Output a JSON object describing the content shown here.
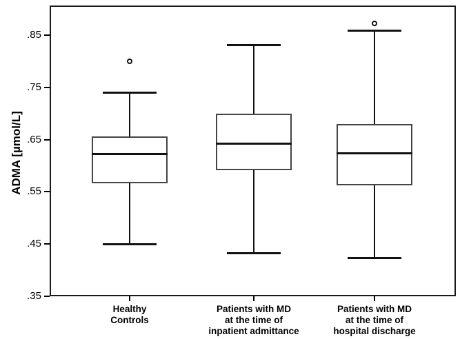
{
  "chart_data": {
    "type": "box",
    "title": "",
    "xlabel": "",
    "ylabel": "ADMA [µmol/L]",
    "ylim": [
      0.35,
      0.88
    ],
    "yticks": [
      0.85,
      0.75,
      0.65,
      0.55,
      0.45,
      0.35
    ],
    "ytick_labels": [
      ".85",
      ".75",
      ".65",
      ".55",
      ".45",
      ".35"
    ],
    "grid": false,
    "legend": "none",
    "categories": [
      "Healthy Controls",
      "Patients with MD at the time of inpatient admittance",
      "Patients with MD at the time of hospital discharge"
    ],
    "category_lines": [
      [
        "Healthy",
        "Controls"
      ],
      [
        "Patients with MD",
        "at the time of",
        "inpatient admittance"
      ],
      [
        "Patients with MD",
        "at the time of",
        "hospital discharge"
      ]
    ],
    "boxes": [
      {
        "name": "Healthy Controls",
        "whisker_low": 0.45,
        "q1": 0.567,
        "median": 0.623,
        "q3": 0.656,
        "whisker_high": 0.74,
        "outliers": [
          0.8
        ]
      },
      {
        "name": "Patients with MD at the time of inpatient admittance",
        "whisker_low": 0.433,
        "q1": 0.592,
        "median": 0.643,
        "q3": 0.7,
        "whisker_high": 0.831,
        "outliers": []
      },
      {
        "name": "Patients with MD at the time of hospital discharge",
        "whisker_low": 0.424,
        "q1": 0.562,
        "median": 0.624,
        "q3": 0.68,
        "whisker_high": 0.859,
        "outliers": [
          0.872
        ]
      }
    ],
    "colors": {
      "box_edge": "#444444",
      "line": "#111111",
      "frame": "#1a1a1a",
      "background": "#ffffff"
    }
  }
}
